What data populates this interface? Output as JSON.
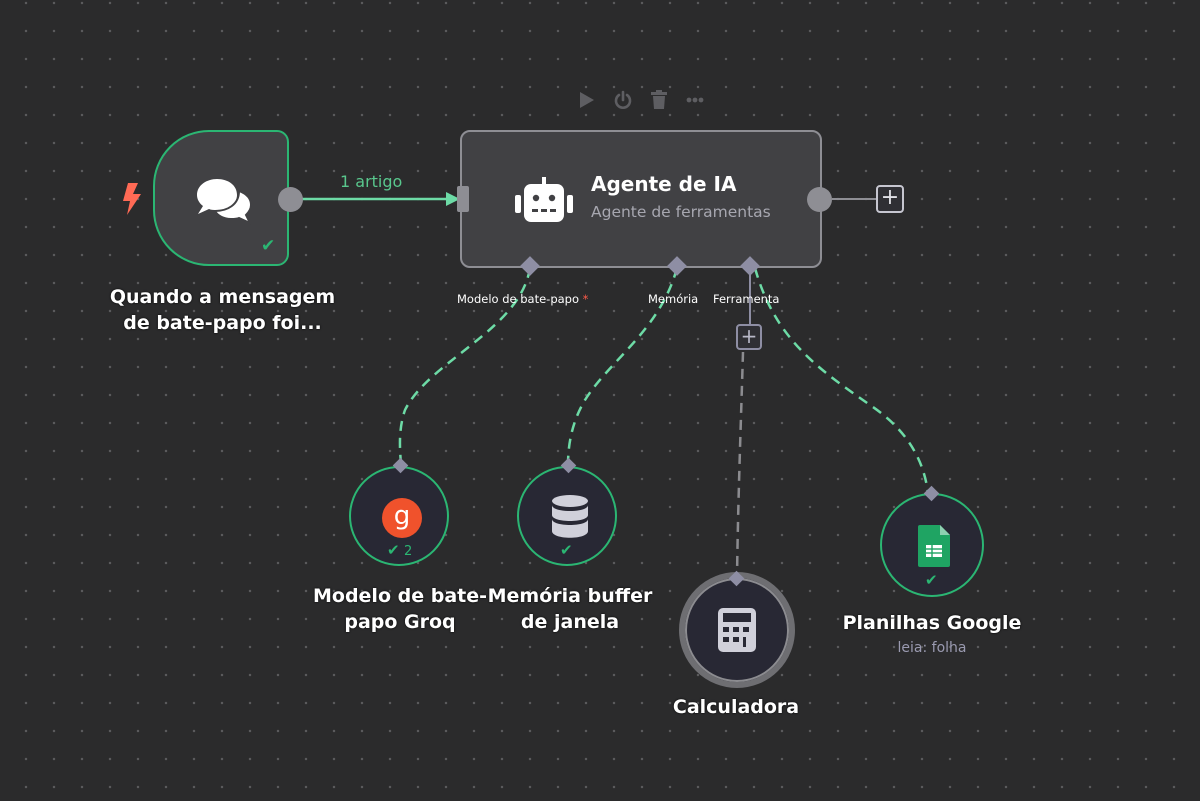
{
  "canvas": {
    "colors": {
      "background": "#2b2b2c",
      "success": "#2bb673",
      "connection": "#6ddba6",
      "trigger_bolt": "#ff6a55",
      "node_fill": "#414144",
      "sub_node_fill": "#282834"
    }
  },
  "toolbar": {
    "icons": [
      "play-icon",
      "power-icon",
      "trash-icon",
      "more-icon"
    ]
  },
  "trigger_node": {
    "icon": "chat-bubbles-icon",
    "label_line1": "Quando a mensagem",
    "label_line2": "de bate-papo foi...",
    "status": "success"
  },
  "main_connection": {
    "label": "1 artigo"
  },
  "agent_node": {
    "icon": "robot-icon",
    "title": "Agente de IA",
    "subtitle": "Agente de ferramentas",
    "ports": {
      "model": "Modelo de bate-papo",
      "model_required": "*",
      "memory": "Memória",
      "tool": "Ferramenta"
    }
  },
  "add_buttons": {
    "output": "+",
    "tool": "+"
  },
  "sub_nodes": [
    {
      "id": "groq",
      "icon": "groq-icon",
      "icon_glyph": "g",
      "label_line1": "Modelo de bate-",
      "label_line2": "papo Groq",
      "status": "success",
      "run_count": "2"
    },
    {
      "id": "memory",
      "icon": "database-icon",
      "label_line1": "Memória buffer",
      "label_line2": "de janela",
      "status": "success"
    },
    {
      "id": "calculator",
      "icon": "calculator-icon",
      "label_line1": "Calculadora",
      "status": "inactive"
    },
    {
      "id": "sheets",
      "icon": "google-sheets-icon",
      "label_line1": "Planilhas Google",
      "subtitle": "leia: folha",
      "status": "success"
    }
  ]
}
